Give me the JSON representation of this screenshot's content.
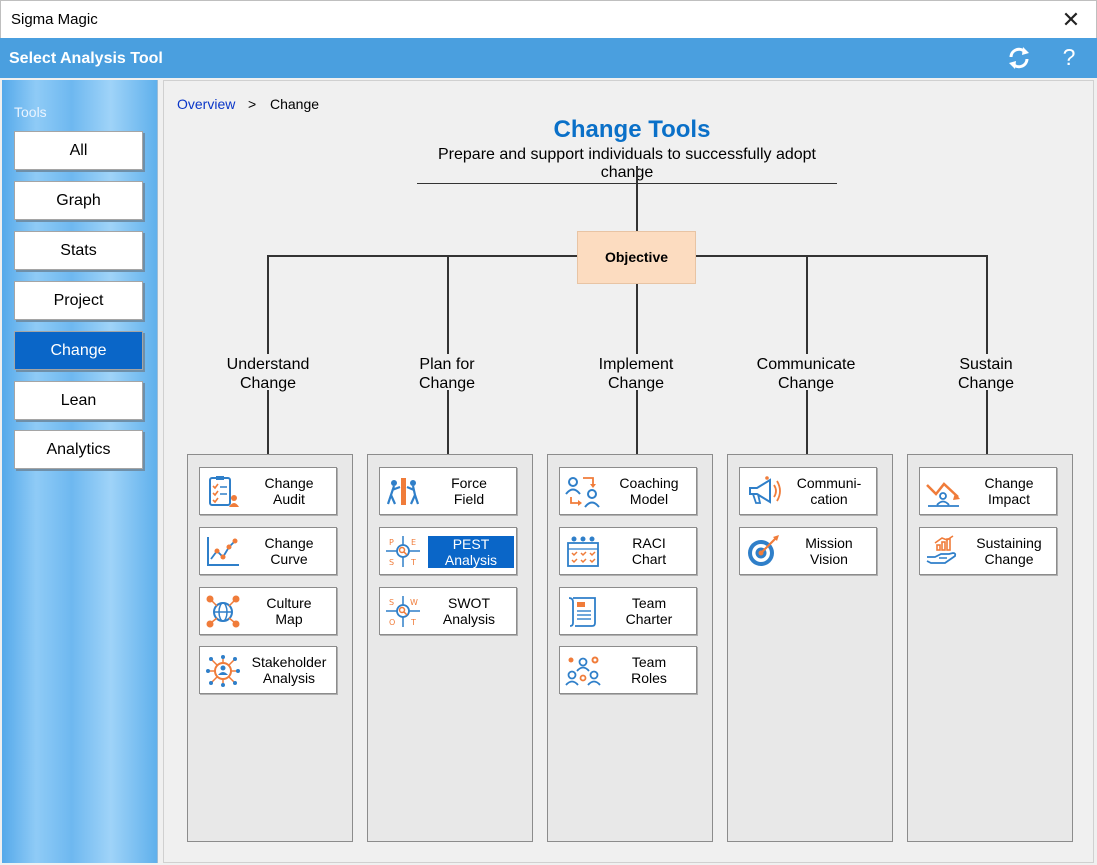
{
  "window": {
    "title": "Sigma Magic",
    "close_glyph": "✕"
  },
  "header": {
    "title": "Select Analysis Tool",
    "help_glyph": "?",
    "refresh_icon": "refresh-icon"
  },
  "sidebar": {
    "label": "Tools",
    "items": [
      {
        "label": "All",
        "active": false
      },
      {
        "label": "Graph",
        "active": false
      },
      {
        "label": "Stats",
        "active": false
      },
      {
        "label": "Project",
        "active": false
      },
      {
        "label": "Change",
        "active": true
      },
      {
        "label": "Lean",
        "active": false
      },
      {
        "label": "Analytics",
        "active": false
      }
    ]
  },
  "breadcrumb": {
    "link": "Overview",
    "separator": ">",
    "current": "Change"
  },
  "page": {
    "title": "Change Tools",
    "subtitle": "Prepare and support individuals to successfully adopt change",
    "objective": "Objective"
  },
  "columns": [
    {
      "label_line1": "Understand",
      "label_line2": "Change",
      "tools": [
        {
          "line1": "Change",
          "line2": "Audit",
          "icon": "clipboard-checklist-icon"
        },
        {
          "line1": "Change",
          "line2": "Curve",
          "icon": "line-chart-icon"
        },
        {
          "line1": "Culture",
          "line2": "Map",
          "icon": "globe-network-icon"
        },
        {
          "line1": "Stakeholder",
          "line2": "Analysis",
          "icon": "stakeholder-hub-icon"
        }
      ]
    },
    {
      "label_line1": "Plan for",
      "label_line2": "Change",
      "tools": [
        {
          "line1": "Force",
          "line2": "Field",
          "icon": "force-push-icon"
        },
        {
          "line1": "PEST",
          "line2": "Analysis",
          "icon": "pest-grid-icon",
          "selected": true
        },
        {
          "line1": "SWOT",
          "line2": "Analysis",
          "icon": "swot-grid-icon"
        }
      ]
    },
    {
      "label_line1": "Implement",
      "label_line2": "Change",
      "tools": [
        {
          "line1": "Coaching",
          "line2": "Model",
          "icon": "coaching-people-icon"
        },
        {
          "line1": "RACI",
          "line2": "Chart",
          "icon": "raci-calendar-icon"
        },
        {
          "line1": "Team",
          "line2": "Charter",
          "icon": "charter-scroll-icon"
        },
        {
          "line1": "Team",
          "line2": "Roles",
          "icon": "team-roles-icon"
        }
      ]
    },
    {
      "label_line1": "Communicate",
      "label_line2": "Change",
      "tools": [
        {
          "line1": "Communi-",
          "line2": "cation",
          "icon": "megaphone-icon"
        },
        {
          "line1": "Mission",
          "line2": "Vision",
          "icon": "target-icon"
        }
      ]
    },
    {
      "label_line1": "Sustain",
      "label_line2": "Change",
      "tools": [
        {
          "line1": "Change",
          "line2": "Impact",
          "icon": "impact-chart-icon"
        },
        {
          "line1": "Sustaining",
          "line2": "Change",
          "icon": "hand-growth-icon"
        }
      ]
    }
  ],
  "colors": {
    "header_blue": "#4a9fdf",
    "active_blue": "#0a66c8",
    "title_blue": "#0a70c8",
    "objective_fill": "#fcdcc0",
    "icon_blue": "#2f7fc9",
    "icon_orange": "#f07c3a"
  }
}
